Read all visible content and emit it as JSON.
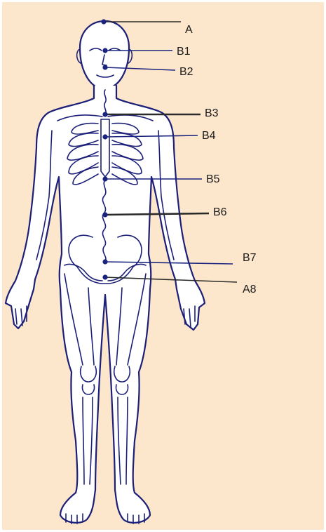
{
  "colors": {
    "background": "#fce6cc",
    "outline": "#1c1f78",
    "point": "#1a237e",
    "label_text": "#1a1a1a",
    "leader_dark": "#2a2a2a",
    "leader_blue": "#1a237e"
  },
  "points": [
    {
      "id": "A",
      "label": "A"
    },
    {
      "id": "B1",
      "label": "B1"
    },
    {
      "id": "B2",
      "label": "B2"
    },
    {
      "id": "B3",
      "label": "B3"
    },
    {
      "id": "B4",
      "label": "B4"
    },
    {
      "id": "B5",
      "label": "B5"
    },
    {
      "id": "B6",
      "label": "B6"
    },
    {
      "id": "B7",
      "label": "B7"
    },
    {
      "id": "A8",
      "label": "A8"
    }
  ]
}
